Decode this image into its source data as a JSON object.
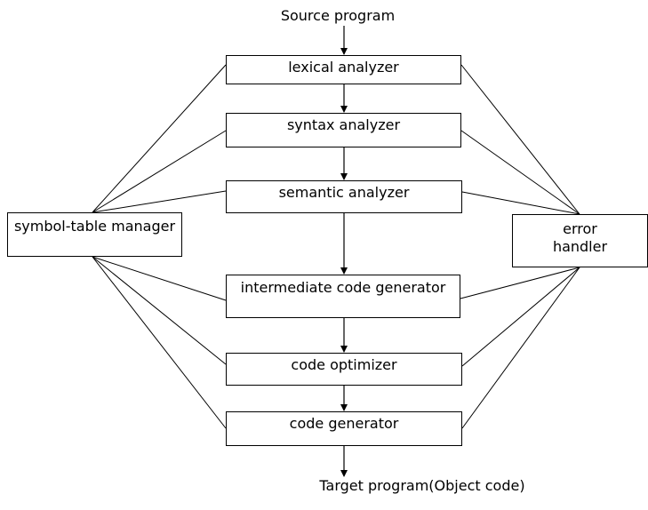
{
  "diagram": {
    "source_label": "Source program",
    "target_label": "Target program(Object code)",
    "phases": [
      {
        "id": "lexical",
        "label": "lexical analyzer"
      },
      {
        "id": "syntax",
        "label": "syntax analyzer"
      },
      {
        "id": "semantic",
        "label": "semantic analyzer"
      },
      {
        "id": "intermediate",
        "label": "intermediate code generator"
      },
      {
        "id": "optimizer",
        "label": "code optimizer"
      },
      {
        "id": "codegen",
        "label": "code generator"
      }
    ],
    "symbol_table": {
      "label": "symbol-table manager"
    },
    "error_handler": {
      "line1": "error",
      "line2": "handler"
    },
    "edge_color": "#000000",
    "flow": [
      "Source program",
      "lexical analyzer",
      "syntax analyzer",
      "semantic analyzer",
      "intermediate code generator",
      "code optimizer",
      "code generator",
      "Target program(Object code)"
    ]
  }
}
